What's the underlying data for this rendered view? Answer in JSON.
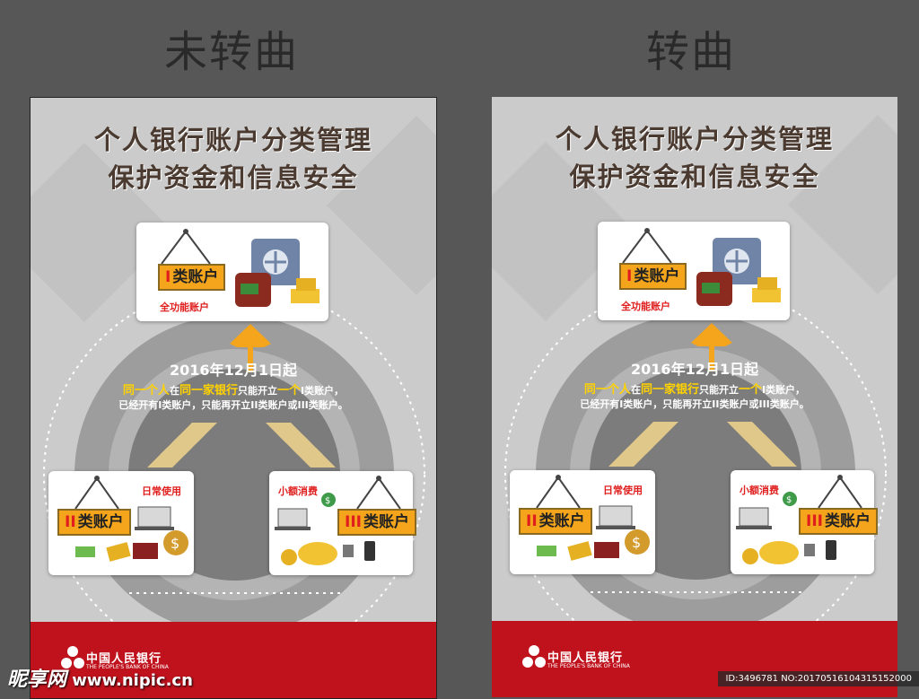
{
  "headers": {
    "left": "未转曲",
    "right": "转曲"
  },
  "poster": {
    "title_line1": "个人银行账户分类管理",
    "title_line2": "保护资金和信息安全",
    "card_top": {
      "roman": "I",
      "label": "类账户",
      "caption": "全功能账户"
    },
    "date": "2016年12月1日起",
    "note": {
      "a": "同一个人",
      "b": "在",
      "c": "同一家银行",
      "d": "只能开立",
      "e": "一个",
      "f": "I类账户，"
    },
    "note2": "已经开有I类账户，只能再开立II类账户或III类账户。",
    "card_left": {
      "roman": "II",
      "label": "类账户",
      "caption": "日常使用"
    },
    "card_right": {
      "roman": "III",
      "label": "类账户",
      "caption": "小额消费"
    },
    "bank_cn": "中国人民银行",
    "bank_en": "THE PEOPLE'S BANK OF CHINA"
  },
  "watermark": {
    "site_cn": "昵享网",
    "site_url": "www.nipic.cn",
    "id_text": "ID:3496781 NO:20170516104315152000"
  },
  "colors": {
    "accent": "#f4a51c",
    "footer": "#c0121d",
    "highlight": "#ffd200"
  }
}
